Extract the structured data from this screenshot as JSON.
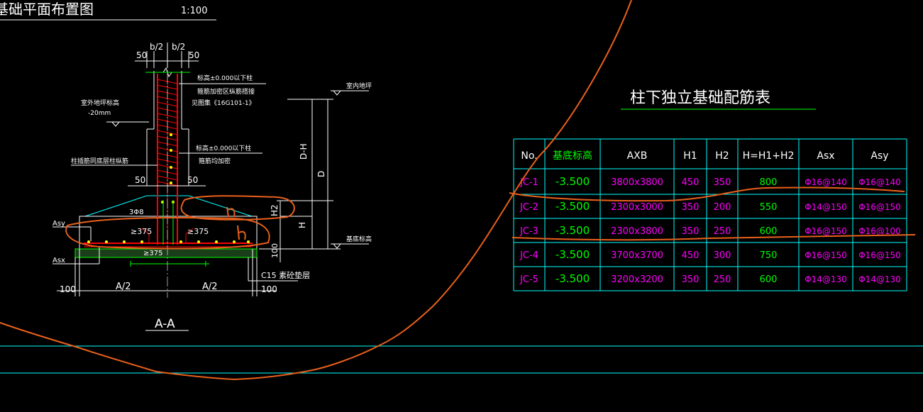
{
  "header": {
    "title": "基础平面布置图",
    "scale": "1:100"
  },
  "section": {
    "title": "A-A",
    "dims_top": [
      "50",
      "b/2",
      "b/2",
      "50"
    ],
    "dims_mid": [
      "50",
      "50"
    ],
    "dims_bottom": [
      "100",
      "A/2",
      "A/2",
      "100"
    ],
    "right_dims": [
      "D-H",
      "D",
      "H2",
      "H",
      "100"
    ],
    "labels": {
      "outdoor": "室外地坪标高",
      "outdoor_val": "-20mm",
      "column_label": "柱插筋同底层柱纵筋",
      "note1": "标高±0.000以下柱",
      "note2": "箍筋加密区纵筋搭接",
      "note3": "见图集《16G101-1》",
      "note4": "标高±0.000以下柱",
      "note5": "箍筋均加密",
      "indoor": "室内地坪",
      "base": "基底标高",
      "bars": "3Φ8",
      "lap1": "≥375",
      "lap2": "≥375",
      "lap3": "≥375",
      "asy": "Asy",
      "asx": "Asx",
      "cushion": "C15 素砼垫层",
      "hand_h1": "h1",
      "hand_h": "h"
    }
  },
  "table": {
    "title": "柱下独立基础配筋表",
    "headers": [
      "No.",
      "基底标高",
      "AXB",
      "H1",
      "H2",
      "H=H1+H2",
      "Asx",
      "Asy"
    ],
    "rows": [
      [
        "JC-1",
        "-3.500",
        "3800x3800",
        "450",
        "350",
        "800",
        "Φ16@140",
        "Φ16@140"
      ],
      [
        "JC-2",
        "-3.500",
        "2300x3000",
        "350",
        "200",
        "550",
        "Φ14@150",
        "Φ16@150"
      ],
      [
        "JC-3",
        "-3.500",
        "2300x3800",
        "350",
        "250",
        "600",
        "Φ16@150",
        "Φ16@100"
      ],
      [
        "JC-4",
        "-3.500",
        "3700x3700",
        "450",
        "300",
        "750",
        "Φ16@150",
        "Φ16@150"
      ],
      [
        "JC-5",
        "-3.500",
        "3200x3200",
        "350",
        "250",
        "600",
        "Φ14@130",
        "Φ14@130"
      ]
    ]
  },
  "colors": {
    "background": "#000000",
    "cyan": "#00ffff",
    "green": "#00ff00",
    "magenta": "#ff00ff",
    "white": "#ffffff",
    "red": "#ff0000",
    "yellow": "#ffff00",
    "orange": "#e8601c"
  }
}
